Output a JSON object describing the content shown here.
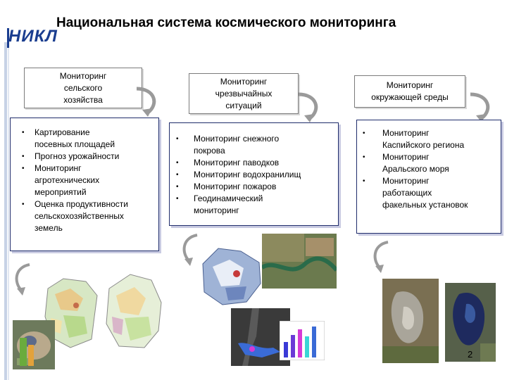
{
  "title": "Национальная система космического мониторинга",
  "logo": {
    "text": "НИКЛ"
  },
  "columns": [
    {
      "heading": [
        "Мониторинг",
        "сельского",
        "хозяйства"
      ],
      "items": [
        [
          "Картирование",
          "посевных площадей"
        ],
        [
          "Прогноз урожайности"
        ],
        [
          "Мониторинг",
          "агротехнических",
          "мероприятий"
        ],
        [
          "Оценка продуктивности",
          "сельскохозяйственных",
          "земель"
        ]
      ]
    },
    {
      "heading": [
        "Мониторинг",
        "чрезвычайных",
        "ситуаций"
      ],
      "items": [
        [
          "Мониторинг снежного",
          "покрова"
        ],
        [
          "Мониторинг паводков"
        ],
        [
          "Мониторинг водохранилищ"
        ],
        [
          "Мониторинг пожаров"
        ],
        [
          "Геодинамический",
          "мониторинг"
        ]
      ]
    },
    {
      "heading": [
        "Мониторинг",
        "окружающей среды"
      ],
      "items": [
        [
          "Мониторинг",
          "Каспийского региона"
        ],
        [
          "Мониторинг",
          "Аральского моря"
        ],
        [
          "Мониторинг",
          "работающих",
          "факельных установок"
        ]
      ]
    }
  ],
  "page_number": "2",
  "colors": {
    "box_border": "#1f2c6b",
    "logo": "#1a3d8f",
    "arrow": "#9a9a9a"
  }
}
